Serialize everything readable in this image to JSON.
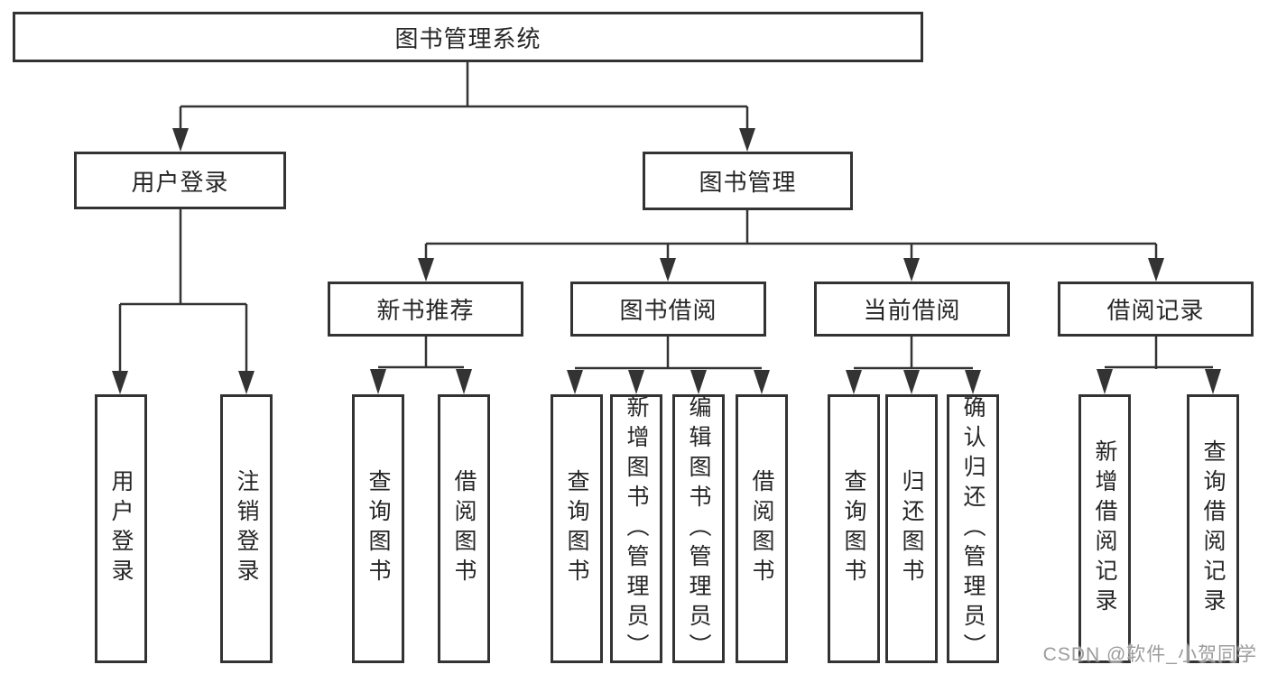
{
  "diagram_title": "图书管理系统",
  "tree": {
    "label": "图书管理系统",
    "children": [
      {
        "label": "用户登录",
        "children": [
          {
            "label": "用户登录"
          },
          {
            "label": "注销登录"
          }
        ]
      },
      {
        "label": "图书管理",
        "children": [
          {
            "label": "新书推荐",
            "children": [
              {
                "label": "查询图书"
              },
              {
                "label": "借阅图书"
              }
            ]
          },
          {
            "label": "图书借阅",
            "children": [
              {
                "label": "查询图书"
              },
              {
                "label": "新增图书（管理员）"
              },
              {
                "label": "编辑图书（管理员）"
              },
              {
                "label": "借阅图书"
              }
            ]
          },
          {
            "label": "当前借阅",
            "children": [
              {
                "label": "查询图书"
              },
              {
                "label": "归还图书"
              },
              {
                "label": "确认归还（管理员）"
              }
            ]
          },
          {
            "label": "借阅记录",
            "children": [
              {
                "label": "新增借阅记录"
              },
              {
                "label": "查询借阅记录"
              }
            ]
          }
        ]
      }
    ]
  },
  "watermark": "CSDN @软件_小贺同学",
  "colors": {
    "line": "#333333",
    "box_border": "#333333",
    "text": "#262626",
    "watermark": "#9c9c9c",
    "background": "#ffffff"
  }
}
